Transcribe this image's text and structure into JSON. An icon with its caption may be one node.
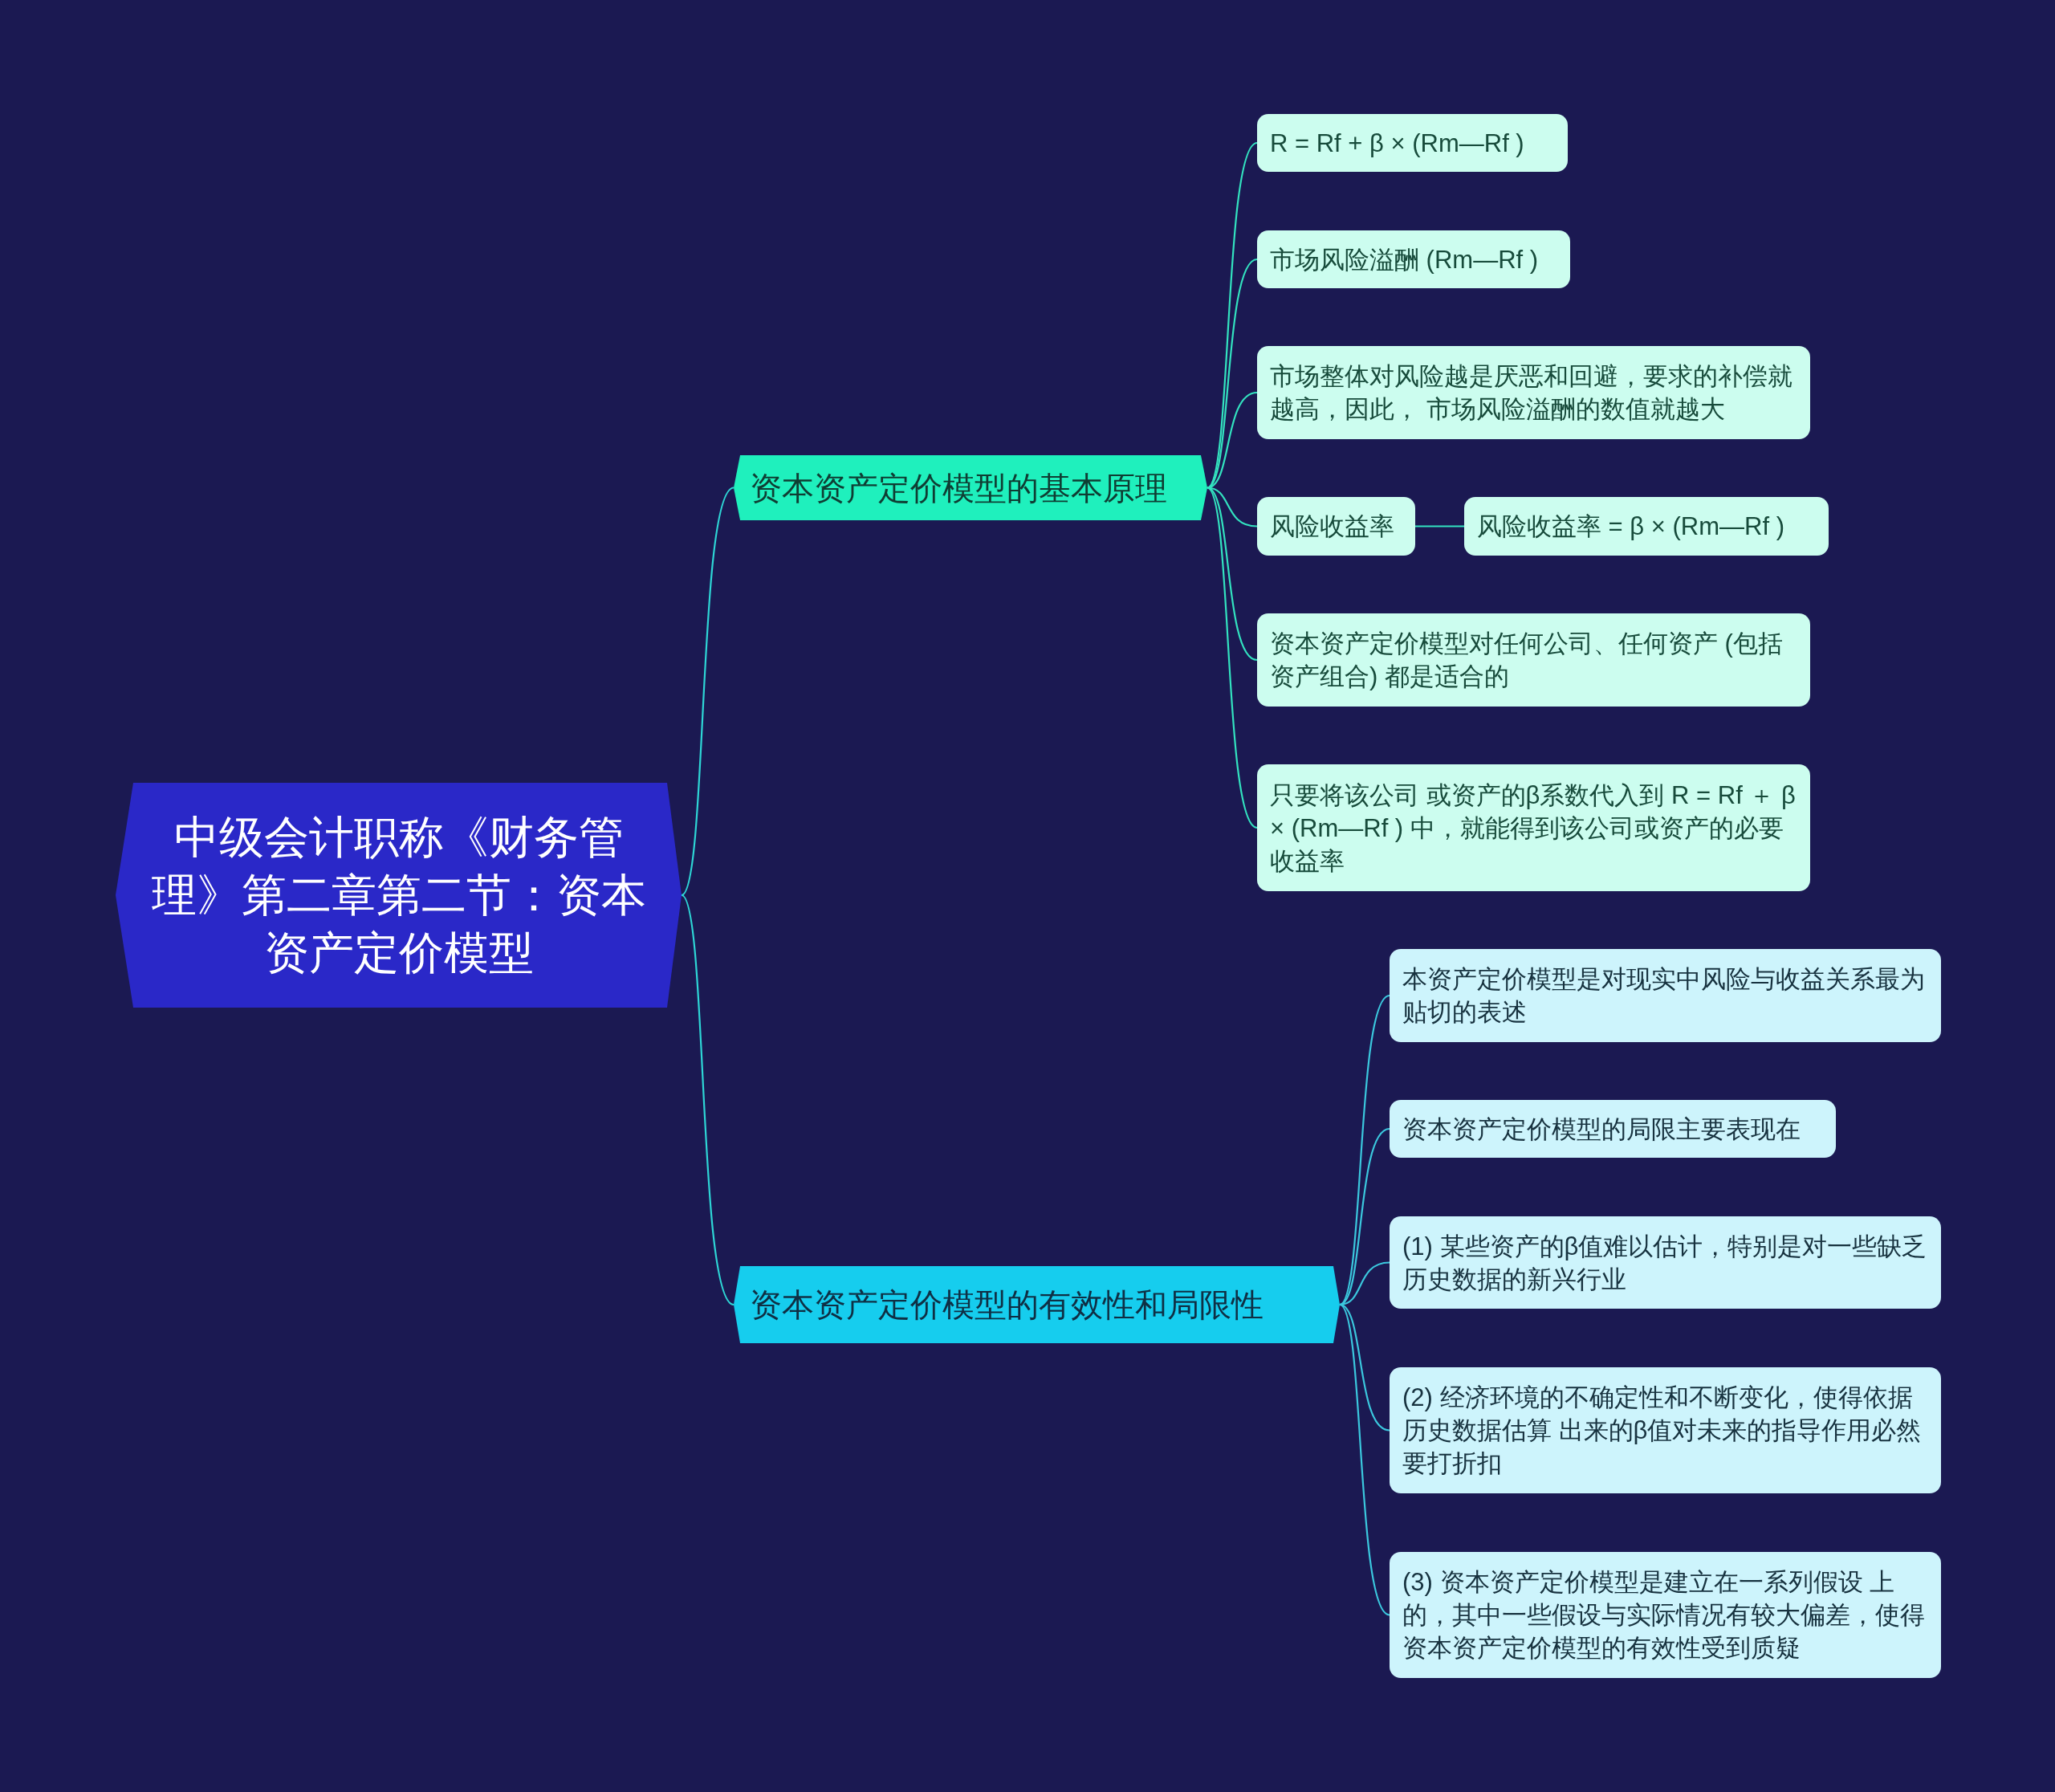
{
  "diagram": {
    "nodes": [
      {
        "text": [
          "中级会计职称《财务管理》第二章第二节：资本资产定价模型"
        ]
      },
      {
        "text": [
          "资本资产定价模型的基本原理"
        ]
      },
      {
        "text": [
          "R = Rf  +  β × (Rm—Rf )"
        ]
      },
      {
        "text": [
          "市场风险溢酬 (Rm—Rf )"
        ]
      },
      {
        "text": [
          "市场整体对风险越是厌恶和回避，要求的补偿就越高，因此， 市场风险溢酬的数值就越大"
        ]
      },
      {
        "text": [
          "风险收益率"
        ]
      },
      {
        "text": [
          "风险收益率 =  β × (Rm—Rf )"
        ]
      },
      {
        "text": [
          "资本资产定价模型对任何公司、任何资产 (包括资产组合) 都是适合的"
        ]
      },
      {
        "text": [
          "只要将该公司 或资产的β系数代入到 R = Rf ＋ β × (Rm—Rf ) 中，就能得到该公司或资产的必要收益率"
        ]
      },
      {
        "text": [
          "资本资产定价模型的有效性和局限性"
        ]
      },
      {
        "text": [
          "本资产定价模型是对现实中风险与收益关系最为贴切的表述"
        ]
      },
      {
        "text": [
          "资本资产定价模型的局限主要表现在"
        ]
      },
      {
        "text": [
          "(1) 某些资产的β值难以估计，特别是对一些缺乏历史数据的新兴行业"
        ]
      },
      {
        "text": [
          "(2) 经济环境的不确定性和不断变化，使得依据历史数据估算 出来的β值对未来的指导作用必然要打折扣"
        ]
      },
      {
        "text": [
          "(3) 资本资产定价模型是建立在一系列假设 上的，其中一些假设与实际情况有较大偏差，使得资本资产定价模型的有效性受到质疑"
        ]
      }
    ],
    "edges": [
      {
        "from": 0,
        "to": 1,
        "arrow": "none"
      },
      {
        "from": 0,
        "to": 9,
        "arrow": "none"
      },
      {
        "from": 1,
        "to": 2,
        "arrow": "none"
      },
      {
        "from": 1,
        "to": 3,
        "arrow": "none"
      },
      {
        "from": 1,
        "to": 4,
        "arrow": "none"
      },
      {
        "from": 1,
        "to": 5,
        "arrow": "none"
      },
      {
        "from": 5,
        "to": 6,
        "arrow": "none"
      },
      {
        "from": 1,
        "to": 7,
        "arrow": "none"
      },
      {
        "from": 1,
        "to": 8,
        "arrow": "none"
      },
      {
        "from": 9,
        "to": 10,
        "arrow": "none"
      },
      {
        "from": 9,
        "to": 11,
        "arrow": "none"
      },
      {
        "from": 9,
        "to": 12,
        "arrow": "none"
      },
      {
        "from": 9,
        "to": 13,
        "arrow": "none"
      },
      {
        "from": 9,
        "to": 14,
        "arrow": "none"
      }
    ]
  }
}
